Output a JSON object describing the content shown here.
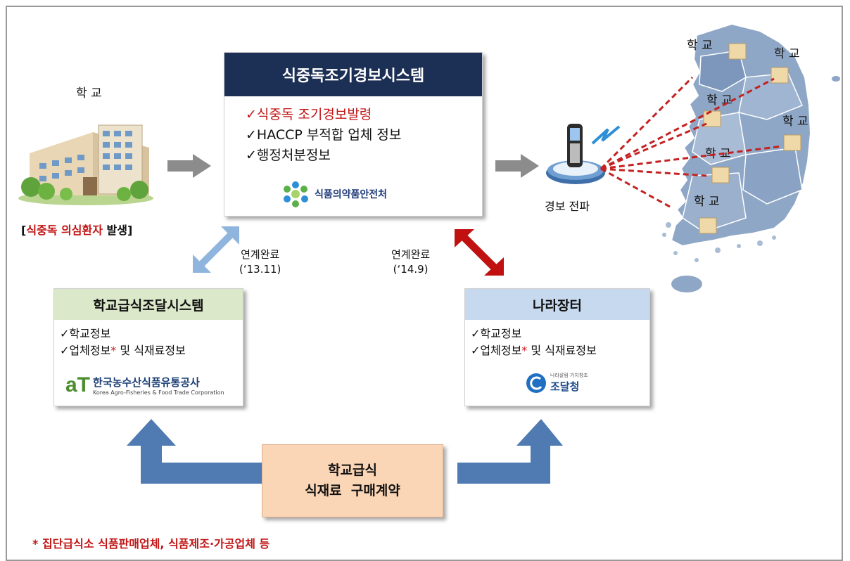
{
  "school_origin": {
    "label": "학 교",
    "note_open": "[",
    "note_red": "식중독 의심환자",
    "note_rest": " 발생]"
  },
  "central_system": {
    "title": "식중독조기경보시스템",
    "items": [
      "✓식중독 조기경보발령",
      "✓HACCP 부적합 업체 정보",
      "✓행정처분정보"
    ],
    "agency": "식품의약품안전처"
  },
  "alert": {
    "label": "경보 전파"
  },
  "map_schools": [
    "학 교",
    "학 교",
    "학 교",
    "학 교",
    "학 교",
    "학 교"
  ],
  "link_left": {
    "line1": "연계완료",
    "line2": "(‘13.11)"
  },
  "link_right": {
    "line1": "연계완료",
    "line2": "(‘14.9)"
  },
  "school_meal_system": {
    "title": "학교급식조달시스템",
    "item1": "✓학교정보",
    "item2_a": "✓업체정보",
    "item2_star": "*",
    "item2_b": " 및 식재료정보",
    "logo_mark": "aT",
    "logo_name": "한국농수산식품유통공사",
    "logo_sub": "Korea Agro-Fisheries & Food Trade Corporation"
  },
  "nara_market": {
    "title": "나라장터",
    "item1": "✓학교정보",
    "item2_a": "✓업체정보",
    "item2_star": "*",
    "item2_b": " 및 식재료정보",
    "logo_tagline": "나라살림 가치창조",
    "logo_name": "조달청"
  },
  "purchase_box": {
    "line1": "학교급식",
    "line2": "식재료  구매계약"
  },
  "footnote": "* 집단급식소 식품판매업체, 식품제조·가공업체 등",
  "colors": {
    "central_header": "#1c2f55",
    "green_header": "#dbe8c9",
    "blue_header": "#c6d9ee",
    "purchase_fill": "#fbd6b6",
    "flow_arrow": "#4f7bb2",
    "link_left_arrow": "#8fb4de",
    "link_right_arrow": "#c01010",
    "alert_lines": "#c42222",
    "map_fill": "#8fa7c6"
  }
}
